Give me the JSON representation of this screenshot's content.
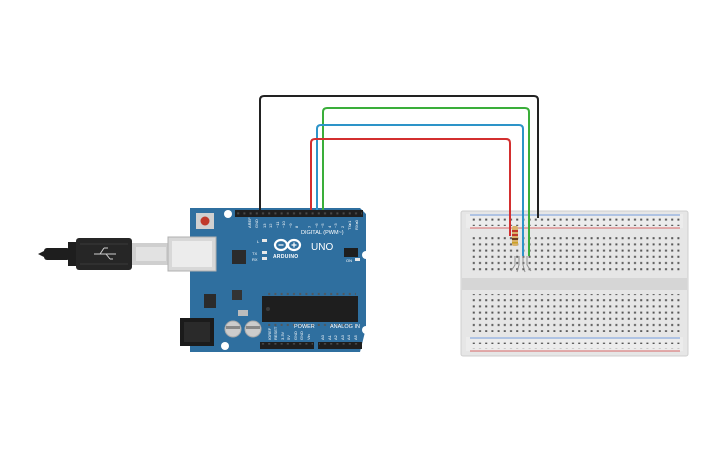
{
  "board": {
    "model_label": "UNO",
    "brand_label": "ARDUINO",
    "digital_label": "DIGITAL (PWM~)",
    "power_label": "POWER",
    "analog_label": "ANALOG IN",
    "aref_label": "AREF",
    "gnd_label": "GND",
    "pin13_label": "13",
    "pin12_label": "12",
    "pin11_label": "~11",
    "pin10_label": "~10",
    "pin9_label": "~9",
    "pin8_label": "8",
    "pin7_label": "7",
    "pin6_label": "~6",
    "pin5_label": "~5",
    "pin4_label": "4",
    "pin3_label": "~3",
    "pin2_label": "2",
    "tx_label": "TX▸1",
    "rx_label": "RX◂0",
    "led_l_label": "L",
    "led_tx_label": "TX",
    "led_rx_label": "RX",
    "on_label": "ON",
    "ioref_label": "IOREF",
    "reset_label": "RESET",
    "v33_label": "3.3V",
    "v5_label": "5V",
    "gnd2_label": "GND",
    "gnd3_label": "GND",
    "vin_label": "Vin",
    "a0_label": "A0",
    "a1_label": "A1",
    "a2_label": "A2",
    "a3_label": "A3",
    "a4_label": "A4",
    "a5_label": "A5"
  },
  "colors": {
    "board_blue": "#2f6f9f",
    "wire_black": "#222222",
    "wire_green": "#3aae3a",
    "wire_blue": "#2d94c8",
    "wire_red": "#d32f2f",
    "breadboard": "#e6e6e6"
  },
  "icons": {
    "usb_cable": "usb-cable-icon",
    "led": "rgb-led-icon",
    "resistor": "resistor-icon"
  }
}
